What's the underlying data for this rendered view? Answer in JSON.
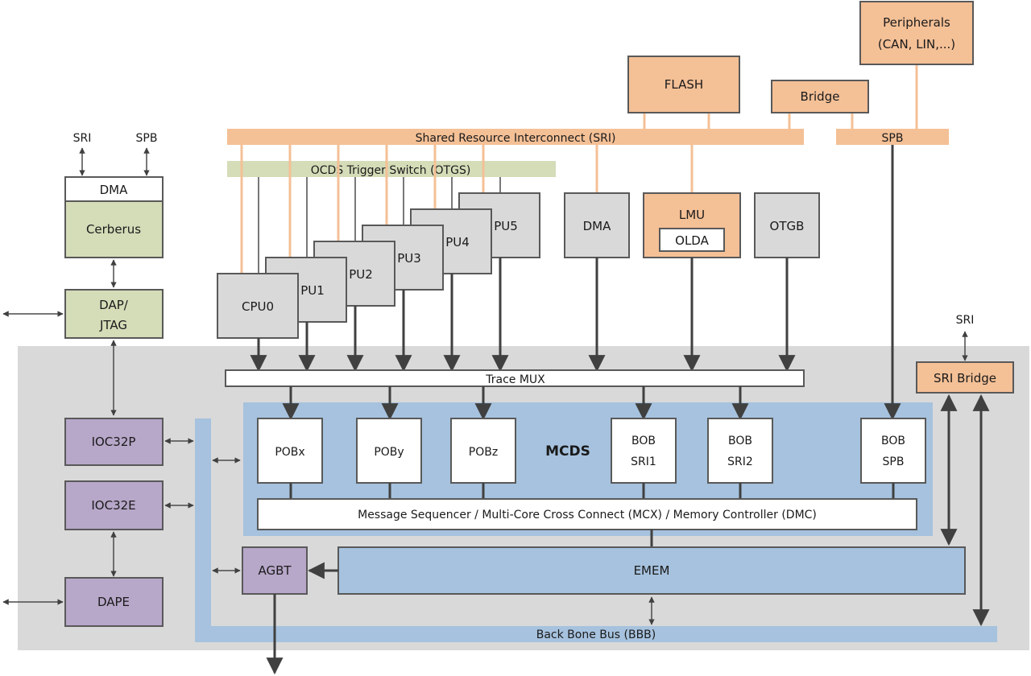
{
  "colors": {
    "orange": "#f4c096",
    "grey": "#d9d9d9",
    "green": "#d4dcb8",
    "purple": "#b7a7c9",
    "blue": "#a6c2de",
    "region": "#d9d9d9"
  },
  "external": {
    "sri_label": "SRI",
    "spb_label": "SPB",
    "sri_bridge_top_label": "SRI"
  },
  "left_blocks": {
    "dma": "DMA",
    "cerberus": "Cerberus",
    "dap_line1": "DAP/",
    "dap_line2": "JTAG",
    "ioc32p": "IOC32P",
    "ioc32e": "IOC32E",
    "dape": "DAPE",
    "agbt": "AGBT"
  },
  "buses": {
    "sri": "Shared Resource Interconnect (SRI)",
    "otgs": "OCDS Trigger Switch (OTGS)",
    "spb": "SPB",
    "trace_mux": "Trace MUX",
    "bbb": "Back Bone Bus (BBB)"
  },
  "cpus": [
    "CPU0",
    "PU1",
    "PU2",
    "PU3",
    "PU4",
    "PU5"
  ],
  "top_blocks": {
    "flash": "FLASH",
    "bridge": "Bridge",
    "peripherals_line1": "Peripherals",
    "peripherals_line2": "(CAN, LIN,...)",
    "dma": "DMA",
    "lmu": "LMU",
    "olda": "OLDA",
    "otgb": "OTGB"
  },
  "mcds": {
    "title": "MCDS",
    "pobx": "POBx",
    "poby": "POBy",
    "pobz": "POBz",
    "bob_sri1_l1": "BOB",
    "bob_sri1_l2": "SRI1",
    "bob_sri2_l1": "BOB",
    "bob_sri2_l2": "SRI2",
    "bob_spb_l1": "BOB",
    "bob_spb_l2": "SPB",
    "sequencer": "Message Sequencer / Multi-Core Cross Connect (MCX) / Memory Controller (DMC)"
  },
  "emem": "EMEM",
  "sri_bridge": "SRI Bridge"
}
